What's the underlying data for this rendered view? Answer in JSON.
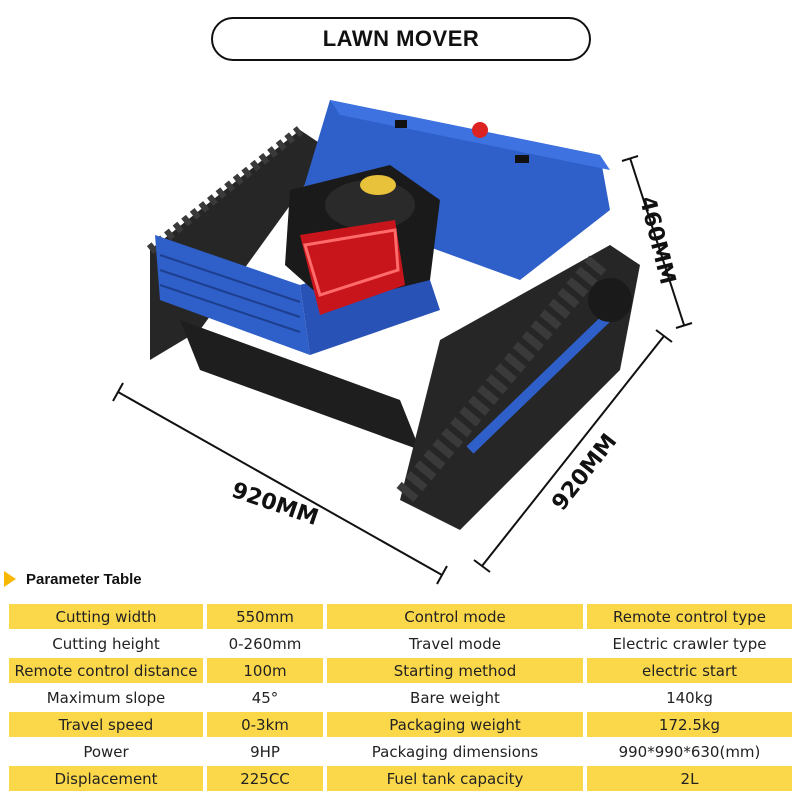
{
  "header": {
    "title": "LAWN MOVER"
  },
  "dimensions": {
    "height": "460MM",
    "length": "920MM",
    "width": "920MM"
  },
  "section": {
    "title": "Parameter Table"
  },
  "colors": {
    "accent_yellow": "#fbd84a",
    "arrow_yellow": "#f6b800",
    "body_blue": "#2f5fc8",
    "track_black": "#222222"
  },
  "params": [
    {
      "l1": "Cutting width",
      "v1": "550mm",
      "l2": "Control mode",
      "v2": "Remote control type"
    },
    {
      "l1": "Cutting height",
      "v1": "0-260mm",
      "l2": "Travel mode",
      "v2": "Electric crawler type"
    },
    {
      "l1": "Remote control distance",
      "v1": "100m",
      "l2": "Starting method",
      "v2": "electric start"
    },
    {
      "l1": "Maximum slope",
      "v1": "45°",
      "l2": "Bare weight",
      "v2": "140kg"
    },
    {
      "l1": "Travel speed",
      "v1": "0-3km",
      "l2": "Packaging weight",
      "v2": "172.5kg"
    },
    {
      "l1": "Power",
      "v1": "9HP",
      "l2": "Packaging dimensions",
      "v2": "990*990*630(mm)"
    },
    {
      "l1": "Displacement",
      "v1": "225CC",
      "l2": "Fuel tank capacity",
      "v2": "2L"
    }
  ]
}
